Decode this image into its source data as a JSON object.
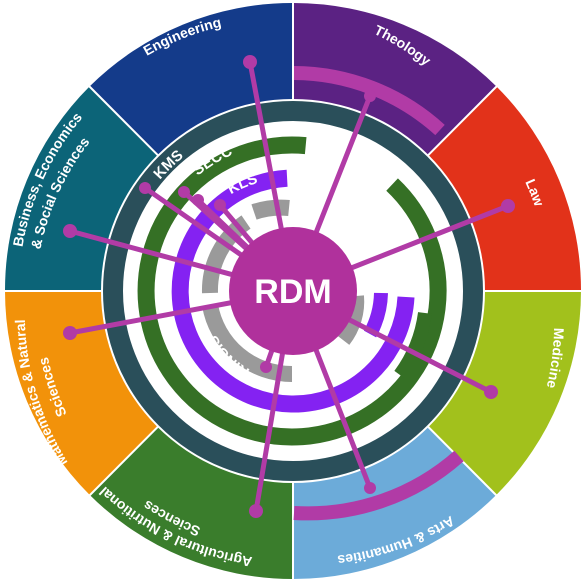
{
  "hub": {
    "label": "RDM",
    "color": "#b0319c"
  },
  "spoke_color": "#b13ba6",
  "segments": [
    {
      "id": "theology",
      "label": "Theology",
      "color": "#5b2283"
    },
    {
      "id": "law",
      "label": "Law",
      "color": "#e2321a"
    },
    {
      "id": "medicine",
      "label": "Medicine",
      "color": "#a2c11c"
    },
    {
      "id": "arts",
      "label": "Arts & Humanities",
      "color": "#6cabd9"
    },
    {
      "id": "agri",
      "label": "Agricultural & Nutritional Sciences",
      "label_lines": [
        "Agricultural & Nutritional",
        "Sciences"
      ],
      "color": "#3a7d2c"
    },
    {
      "id": "math",
      "label": "Mathematics & Natural Sciences",
      "label_lines": [
        "Mathematics & Natural",
        "Sciences"
      ],
      "color": "#f2920a"
    },
    {
      "id": "business",
      "label": "Business, Economics & Social Sciences",
      "label_lines": [
        "Business, Economics",
        "& Social Sciences"
      ],
      "color": "#0c6478"
    },
    {
      "id": "engineering",
      "label": "Engineering",
      "color": "#143b8a"
    }
  ],
  "rings": [
    {
      "id": "kms",
      "label": "KMS",
      "color": "#2a4f5a"
    },
    {
      "id": "secc",
      "label": "SECC",
      "color": "#357025"
    },
    {
      "id": "kls",
      "label": "KLS",
      "color": "#8422f2"
    },
    {
      "id": "kinsis",
      "label": "KINSIS",
      "color": "#9a9a9a"
    }
  ]
}
